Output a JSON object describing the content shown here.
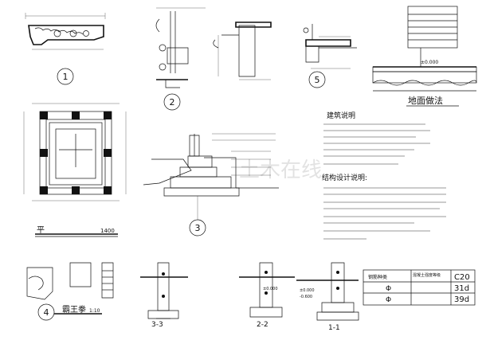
{
  "detail_numbers": [
    "1",
    "2",
    "3",
    "4",
    "5"
  ],
  "sections": {
    "ground_practice_title": "地面做法",
    "building_notes_title": "建筑说明",
    "structural_notes_title": "结构设计说明:",
    "elevation_label": "±0.000",
    "elevation_label_2": "-0.600",
    "plan_dim_bottom": "1400",
    "plan_label": "平",
    "bracket_label": "霸王拳",
    "bracket_scale": "1:10",
    "section_labels": [
      "3-3",
      "2-2",
      "1-1"
    ]
  },
  "material_table": {
    "header": [
      "钢筋种类",
      "混凝土强度等级",
      "C20"
    ],
    "rows": [
      {
        "symbol": "Φ",
        "value": "31d"
      },
      {
        "symbol": "Φ",
        "value": "39d"
      }
    ]
  },
  "watermark": "土木在线"
}
